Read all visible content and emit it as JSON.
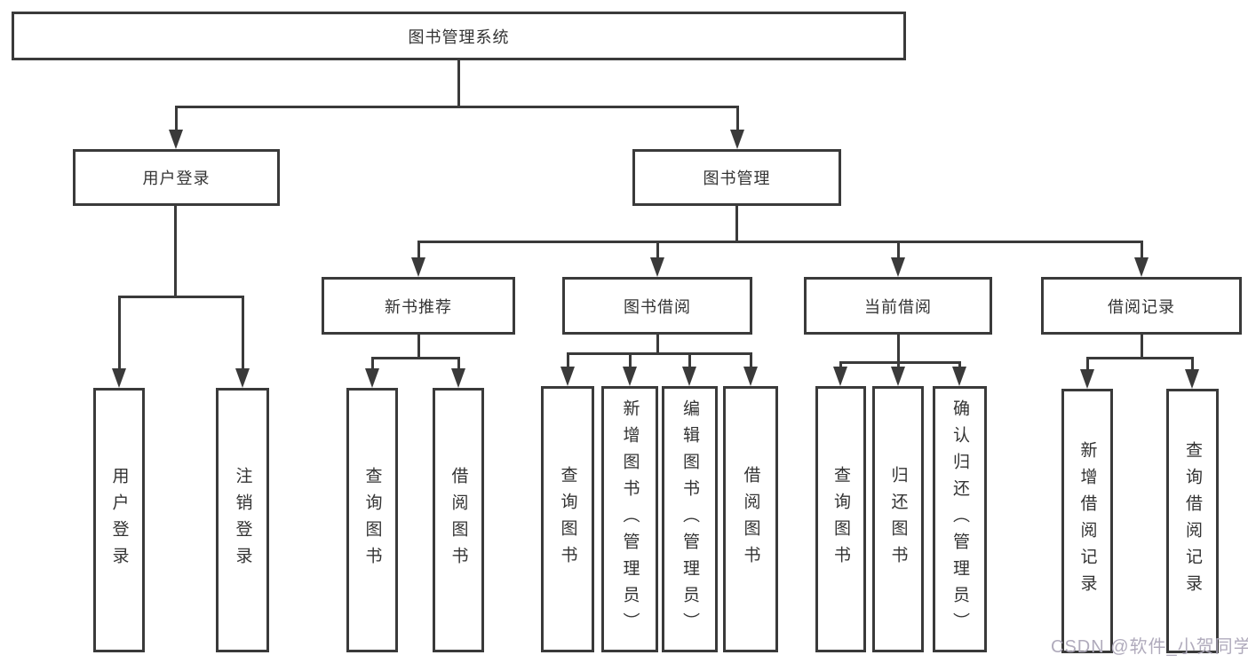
{
  "diagram": {
    "root": "图书管理系统",
    "level2": {
      "user_login": "用户登录",
      "book_mgmt": "图书管理"
    },
    "level3": {
      "new_book": "新书推荐",
      "book_borrow": "图书借阅",
      "current_borrow": "当前借阅",
      "borrow_record": "借阅记录"
    },
    "leaves": {
      "user_login": [
        "用户登录",
        "注销登录"
      ],
      "new_book": [
        "查询图书",
        "借阅图书"
      ],
      "book_borrow": [
        "查询图书",
        "新增图书（管理员）",
        "编辑图书（管理员）",
        "借阅图书"
      ],
      "current_borrow": [
        "查询图书",
        "归还图书",
        "确认归还（管理员）"
      ],
      "borrow_record": [
        "新增借阅记录",
        "查询借阅记录"
      ]
    },
    "colors": {
      "line": "#3a3a3a",
      "text": "#333333",
      "watermark": "#b0abbc",
      "background": "#ffffff"
    },
    "watermark": "CSDN @软件_小贺同学"
  }
}
